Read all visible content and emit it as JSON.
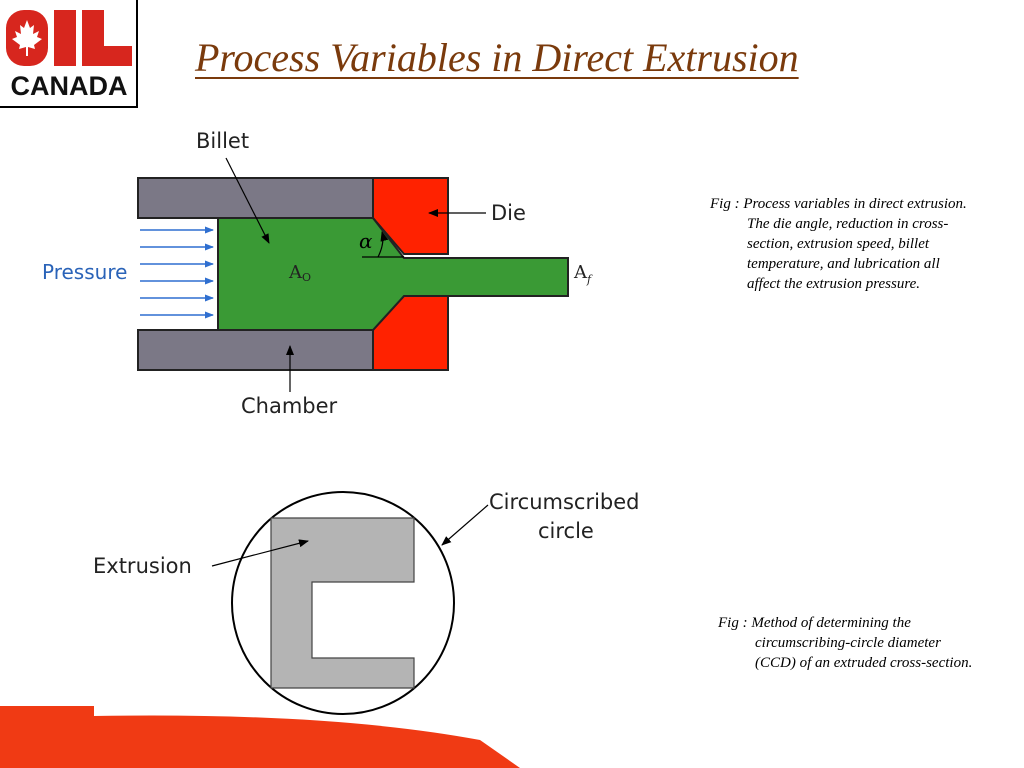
{
  "logo": {
    "line1": "OIL",
    "line2": "CANADA"
  },
  "title": "Process Variables in Direct Extrusion",
  "figure1": {
    "labels": {
      "billet": "Billet",
      "die": "Die",
      "pressure": "Pressure",
      "chamber": "Chamber",
      "alpha": "α",
      "a0_main": "A",
      "a0_sub": "O",
      "af_main": "A",
      "af_sub": "f"
    },
    "caption": "Fig : Process variables in direct extrusion. The die angle, reduction in cross-section, extrusion speed, billet temperature, and lubrication all affect the extrusion pressure."
  },
  "figure2": {
    "labels": {
      "extrusion": "Extrusion",
      "circ_line1": "Circumscribed",
      "circ_line2": "circle"
    },
    "caption": "Fig : Method of determining the circumscribing-circle diameter (CCD) of an extruded cross-section."
  },
  "colors": {
    "title": "#7a3a0c",
    "logo_red": "#d7261e",
    "chamber": "#7b7886",
    "die": "#ff2200",
    "billet": "#3a9a35",
    "pressure_text": "#2a63b8",
    "arrow_blue": "#2f6fd0",
    "extrusion_gray": "#b4b4b4",
    "footer_red": "#f03a14"
  }
}
